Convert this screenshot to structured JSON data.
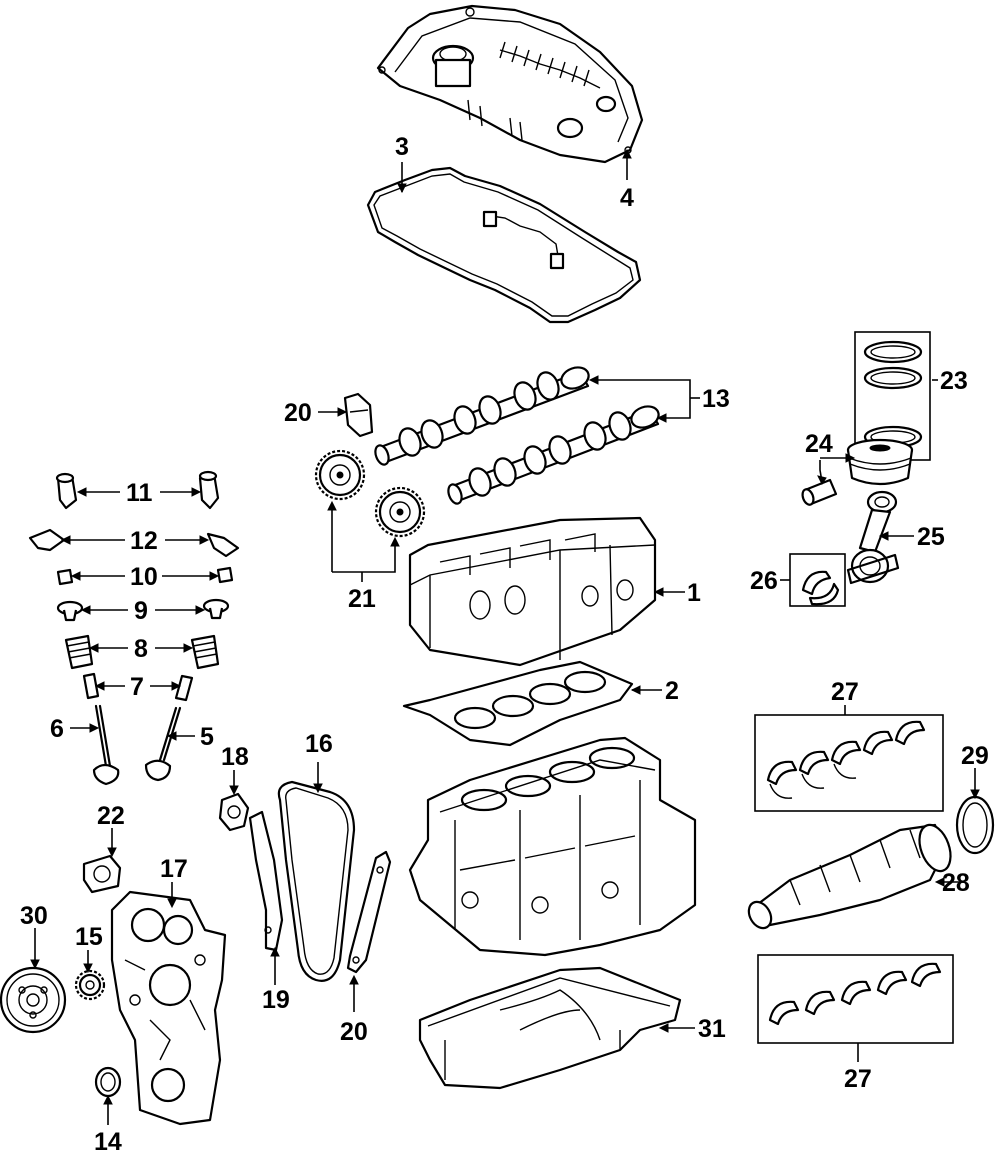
{
  "callouts": [
    {
      "id": "1",
      "label": "1"
    },
    {
      "id": "2",
      "label": "2"
    },
    {
      "id": "3",
      "label": "3"
    },
    {
      "id": "4",
      "label": "4"
    },
    {
      "id": "5",
      "label": "5"
    },
    {
      "id": "6",
      "label": "6"
    },
    {
      "id": "7",
      "label": "7"
    },
    {
      "id": "8",
      "label": "8"
    },
    {
      "id": "9",
      "label": "9"
    },
    {
      "id": "10",
      "label": "10"
    },
    {
      "id": "11",
      "label": "11"
    },
    {
      "id": "12",
      "label": "12"
    },
    {
      "id": "13",
      "label": "13"
    },
    {
      "id": "14",
      "label": "14"
    },
    {
      "id": "15",
      "label": "15"
    },
    {
      "id": "16",
      "label": "16"
    },
    {
      "id": "17",
      "label": "17"
    },
    {
      "id": "18",
      "label": "18"
    },
    {
      "id": "19",
      "label": "19"
    },
    {
      "id": "20a",
      "label": "20"
    },
    {
      "id": "20b",
      "label": "20"
    },
    {
      "id": "21",
      "label": "21"
    },
    {
      "id": "22",
      "label": "22"
    },
    {
      "id": "23",
      "label": "23"
    },
    {
      "id": "24",
      "label": "24"
    },
    {
      "id": "25",
      "label": "25"
    },
    {
      "id": "26",
      "label": "26"
    },
    {
      "id": "27a",
      "label": "27"
    },
    {
      "id": "27b",
      "label": "27"
    },
    {
      "id": "28",
      "label": "28"
    },
    {
      "id": "29",
      "label": "29"
    },
    {
      "id": "30",
      "label": "30"
    },
    {
      "id": "31",
      "label": "31"
    }
  ],
  "parts": [
    {
      "id": "cylinder-head",
      "icon": "cylinder-head-icon"
    },
    {
      "id": "head-gasket",
      "icon": "head-gasket-icon"
    },
    {
      "id": "valve-cover-gasket",
      "icon": "gasket-icon"
    },
    {
      "id": "valve-cover",
      "icon": "valve-cover-icon"
    },
    {
      "id": "intake-valve",
      "icon": "valve-icon"
    },
    {
      "id": "exhaust-valve",
      "icon": "valve-icon"
    },
    {
      "id": "valve-guide",
      "icon": "guide-icon"
    },
    {
      "id": "valve-spring",
      "icon": "spring-icon"
    },
    {
      "id": "spring-retainer",
      "icon": "retainer-icon"
    },
    {
      "id": "valve-keeper",
      "icon": "keeper-icon"
    },
    {
      "id": "lash-adjuster",
      "icon": "lash-adjuster-icon"
    },
    {
      "id": "rocker-arm",
      "icon": "rocker-arm-icon"
    },
    {
      "id": "camshafts",
      "icon": "camshaft-icon"
    },
    {
      "id": "front-seal",
      "icon": "seal-icon"
    },
    {
      "id": "crank-sprocket",
      "icon": "sprocket-icon"
    },
    {
      "id": "timing-chain",
      "icon": "chain-icon"
    },
    {
      "id": "timing-cover",
      "icon": "timing-cover-icon"
    },
    {
      "id": "chain-tensioner",
      "icon": "tensioner-icon"
    },
    {
      "id": "tensioner-guide",
      "icon": "chain-guide-icon"
    },
    {
      "id": "chain-guide",
      "icon": "chain-guide-icon"
    },
    {
      "id": "cam-gears",
      "icon": "gear-icon"
    },
    {
      "id": "idler",
      "icon": "idler-icon"
    },
    {
      "id": "piston-rings",
      "icon": "ring-icon"
    },
    {
      "id": "piston-pin",
      "icon": "pin-icon"
    },
    {
      "id": "connecting-rod",
      "icon": "rod-icon"
    },
    {
      "id": "rod-bearing",
      "icon": "bearing-icon"
    },
    {
      "id": "main-bearings",
      "icon": "bearing-icon"
    },
    {
      "id": "crankshaft",
      "icon": "crankshaft-icon"
    },
    {
      "id": "rear-seal",
      "icon": "seal-icon"
    },
    {
      "id": "pulley",
      "icon": "pulley-icon"
    },
    {
      "id": "oil-pan",
      "icon": "oil-pan-icon"
    },
    {
      "id": "engine-block",
      "icon": "engine-block-icon"
    },
    {
      "id": "piston",
      "icon": "piston-icon"
    }
  ]
}
